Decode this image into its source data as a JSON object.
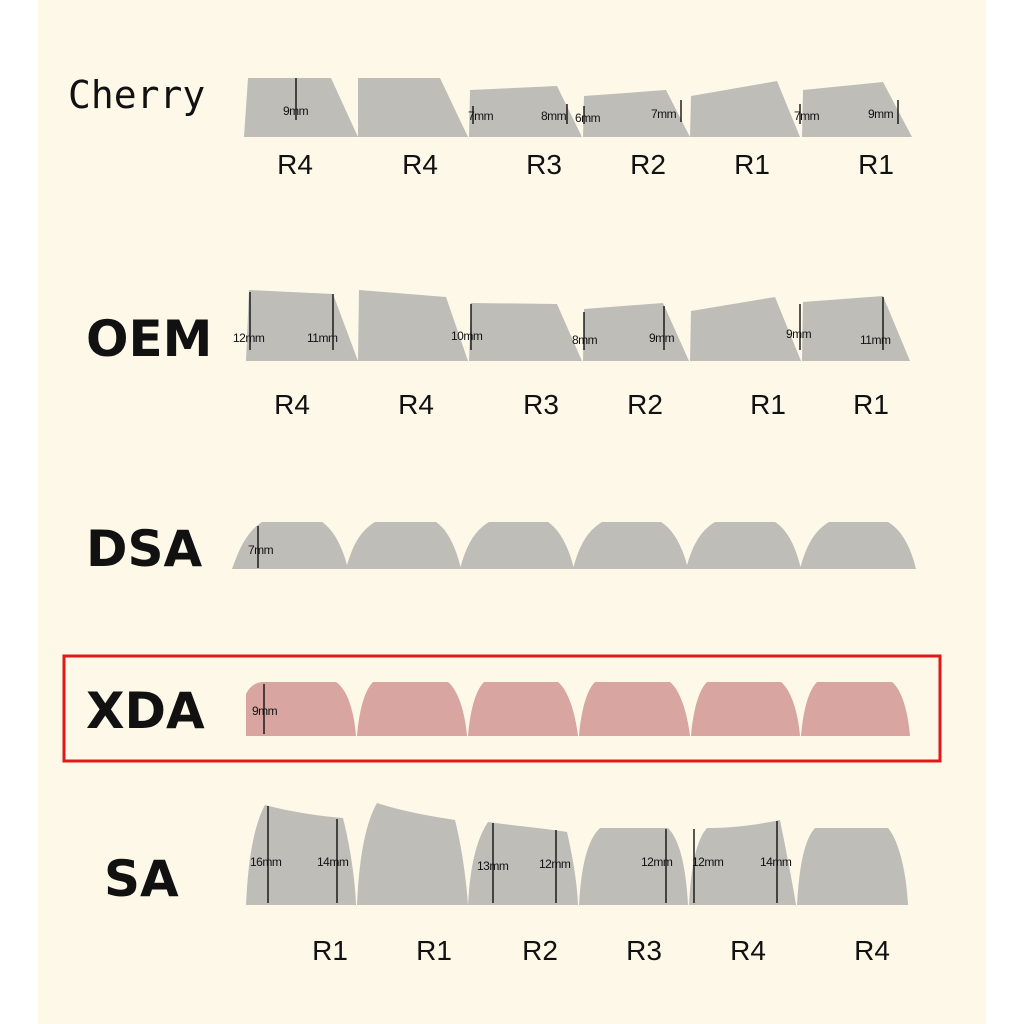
{
  "colors": {
    "cap": "#bfbdb8",
    "highlight_cap": "#d8a5a0",
    "highlight_box": "#e01818",
    "background": "#fdf8e8"
  },
  "profiles": {
    "cherry": {
      "name": "Cherry",
      "rows": [
        "R4",
        "R4",
        "R3",
        "R2",
        "R1",
        "R1"
      ],
      "measurements": [
        "9mm",
        "7mm",
        "8mm",
        "6mm",
        "7mm",
        "7mm",
        "9mm"
      ]
    },
    "oem": {
      "name": "OEM",
      "rows": [
        "R4",
        "R4",
        "R3",
        "R2",
        "R1",
        "R1"
      ],
      "measurements": [
        "12mm",
        "11mm",
        "10mm",
        "8mm",
        "9mm",
        "9mm",
        "11mm"
      ]
    },
    "dsa": {
      "name": "DSA",
      "measurements": [
        "7mm"
      ]
    },
    "xda": {
      "name": "XDA",
      "measurements": [
        "9mm"
      ]
    },
    "sa": {
      "name": "SA",
      "rows": [
        "R1",
        "R1",
        "R2",
        "R3",
        "R4",
        "R4"
      ],
      "measurements": [
        "16mm",
        "14mm",
        "13mm",
        "12mm",
        "12mm",
        "12mm",
        "14mm"
      ]
    }
  }
}
